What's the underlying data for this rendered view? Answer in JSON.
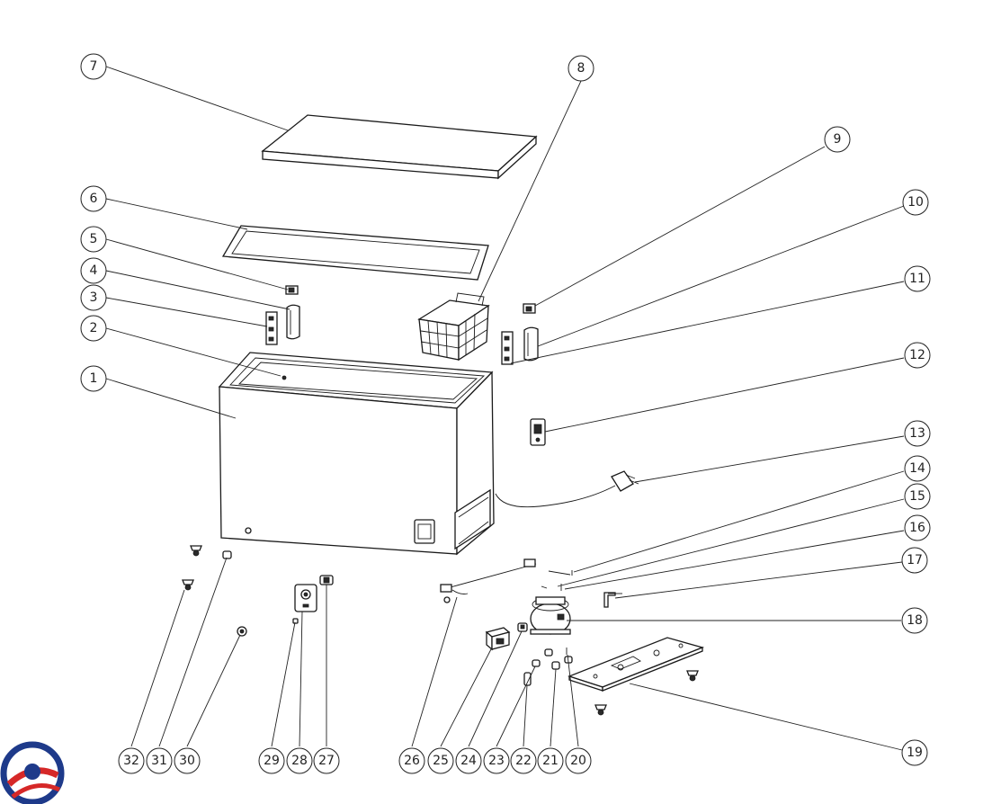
{
  "diagram": {
    "callouts": [
      {
        "id": "c1",
        "label": "1"
      },
      {
        "id": "c2",
        "label": "2"
      },
      {
        "id": "c3",
        "label": "3"
      },
      {
        "id": "c4",
        "label": "4"
      },
      {
        "id": "c5",
        "label": "5"
      },
      {
        "id": "c6",
        "label": "6"
      },
      {
        "id": "c7",
        "label": "7"
      },
      {
        "id": "c8",
        "label": "8"
      },
      {
        "id": "c9",
        "label": "9"
      },
      {
        "id": "c10",
        "label": "10"
      },
      {
        "id": "c11",
        "label": "11"
      },
      {
        "id": "c12",
        "label": "12"
      },
      {
        "id": "c13",
        "label": "13"
      },
      {
        "id": "c14",
        "label": "14"
      },
      {
        "id": "c15",
        "label": "15"
      },
      {
        "id": "c16",
        "label": "16"
      },
      {
        "id": "c17",
        "label": "17"
      },
      {
        "id": "c18",
        "label": "18"
      },
      {
        "id": "c19",
        "label": "19"
      },
      {
        "id": "c20",
        "label": "20"
      },
      {
        "id": "c21",
        "label": "21"
      },
      {
        "id": "c22",
        "label": "22"
      },
      {
        "id": "c23",
        "label": "23"
      },
      {
        "id": "c24",
        "label": "24"
      },
      {
        "id": "c25",
        "label": "25"
      },
      {
        "id": "c26",
        "label": "26"
      },
      {
        "id": "c27",
        "label": "27"
      },
      {
        "id": "c28",
        "label": "28"
      },
      {
        "id": "c29",
        "label": "29"
      },
      {
        "id": "c30",
        "label": "30"
      },
      {
        "id": "c31",
        "label": "31"
      },
      {
        "id": "c32",
        "label": "32"
      }
    ],
    "logo": {
      "colors": {
        "blue": "#1e3a8a",
        "red": "#d62828"
      }
    }
  }
}
